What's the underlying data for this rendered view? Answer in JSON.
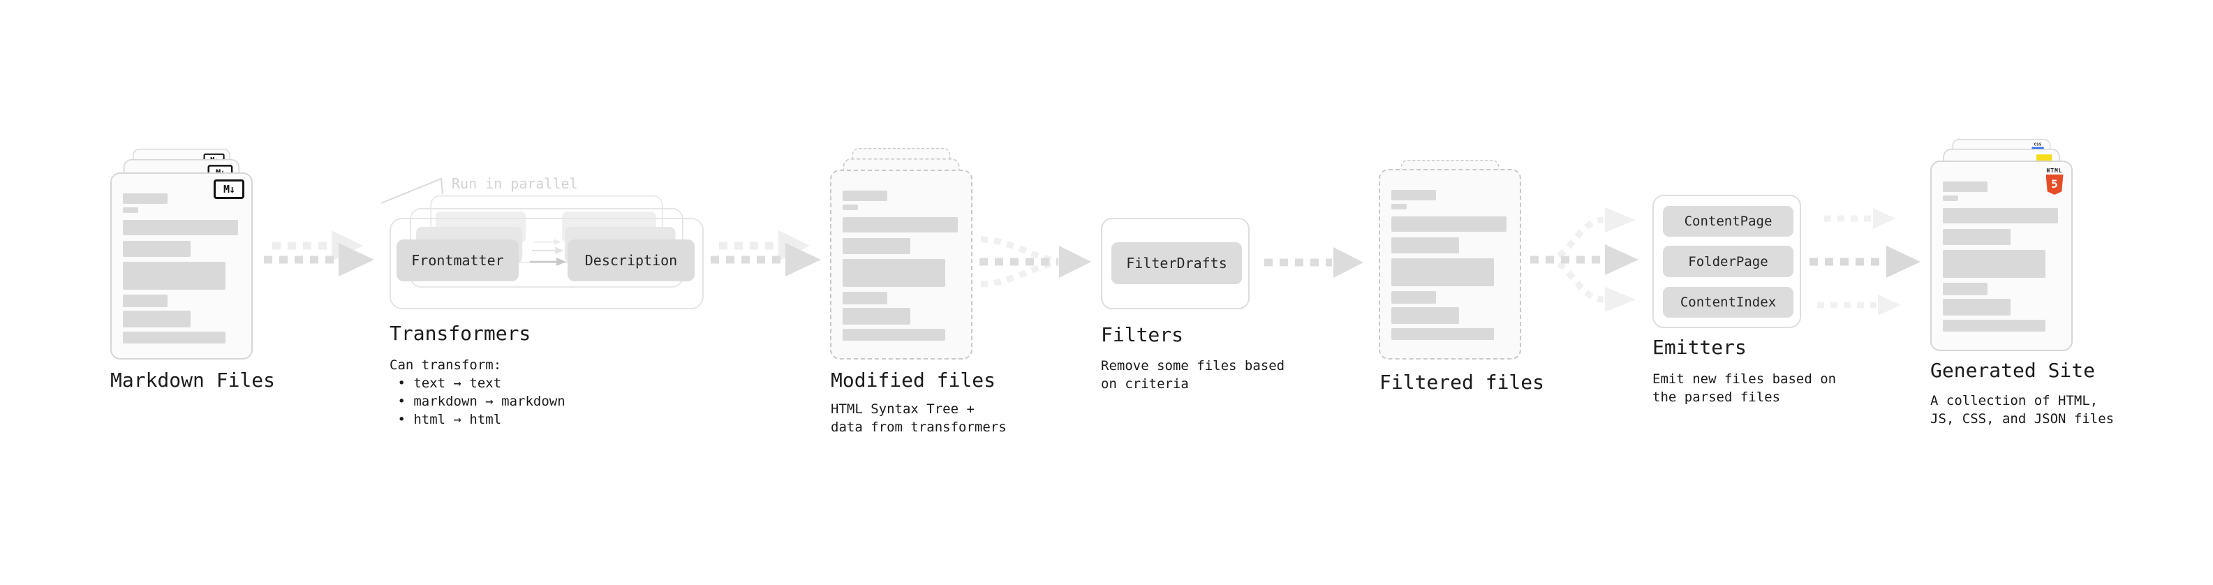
{
  "diagram": {
    "stages": {
      "markdown_files": {
        "title": "Markdown Files"
      },
      "transformers": {
        "title": "Transformers",
        "callout": "Run in parallel",
        "source_pill": "Frontmatter",
        "target_pill": "Description",
        "desc_lines": [
          "Can transform:",
          " • text → text",
          " • markdown → markdown",
          " • html → html"
        ]
      },
      "modified_files": {
        "title": "Modified files",
        "desc_lines": [
          "HTML Syntax Tree +",
          "data from transformers"
        ]
      },
      "filters": {
        "title": "Filters",
        "pill": "FilterDrafts",
        "desc_lines": [
          "Remove some files based",
          "on criteria"
        ]
      },
      "filtered_files": {
        "title": "Filtered files"
      },
      "emitters": {
        "title": "Emitters",
        "pills": [
          "ContentPage",
          "FolderPage",
          "ContentIndex"
        ],
        "desc_lines": [
          "Emit new files based on",
          "the parsed files"
        ]
      },
      "generated_site": {
        "title": "Generated Site",
        "desc_lines": [
          "A collection of HTML,",
          "JS, CSS, and JSON files"
        ]
      }
    },
    "icons": {
      "markdown_badge": "M↓",
      "html5_badge_label": "HTML",
      "html5_badge_number": "5",
      "css_badge_label": "CSS"
    },
    "colors": {
      "html5_orange": "#e44d26",
      "js_yellow": "#f5de19",
      "css_blue": "#2965f1",
      "arrow_dark": "#dcdcdc",
      "arrow_light": "#f0f0f0",
      "placeholder_bar": "#d9d9d9",
      "muted_label": "#d2d2d2"
    }
  }
}
